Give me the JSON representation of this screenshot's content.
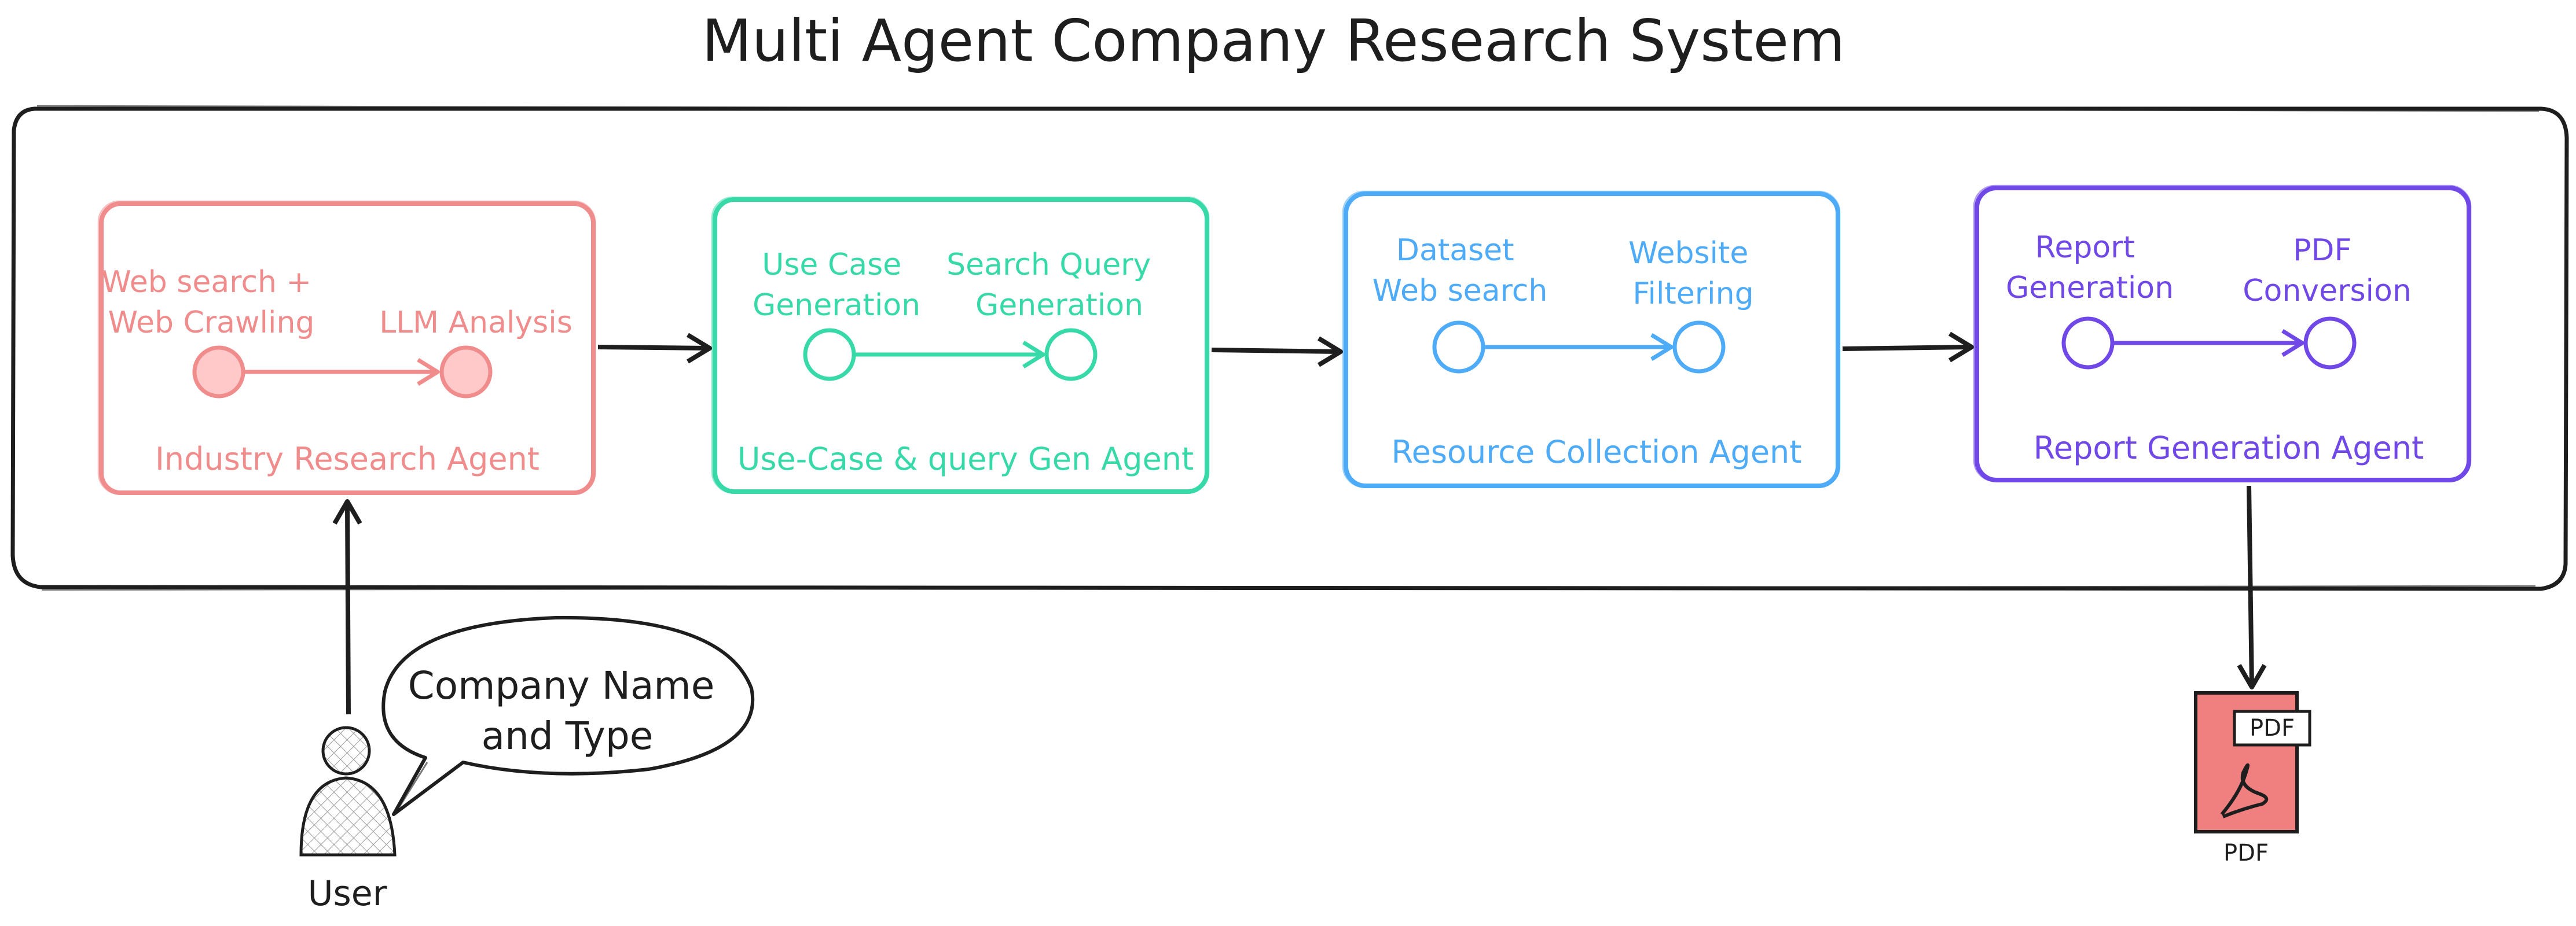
{
  "title": "Multi Agent Company Research System",
  "colors": {
    "ink": "#1e1e1e",
    "industry": "#f08c8c",
    "industry_fill": "#ffc9c9",
    "usecase": "#38d9a9",
    "resource": "#4dabf7",
    "report": "#7048e8",
    "pdf_fill": "#f08080"
  },
  "agents": [
    {
      "name": "Industry Research Agent",
      "steps": [
        [
          "Web search +",
          "Web Crawling"
        ],
        [
          "LLM Analysis"
        ]
      ]
    },
    {
      "name": "Use-Case & query Gen Agent",
      "steps": [
        [
          "Use Case",
          "Generation"
        ],
        [
          "Search Query",
          "Generation"
        ]
      ]
    },
    {
      "name": "Resource Collection Agent",
      "steps": [
        [
          "Dataset",
          "Web search"
        ],
        [
          "Website",
          "Filtering"
        ]
      ]
    },
    {
      "name": "Report Generation Agent",
      "steps": [
        [
          "Report",
          "Generation"
        ],
        [
          "PDF",
          "Conversion"
        ]
      ]
    }
  ],
  "user": {
    "label": "User",
    "speech": [
      "Company Name",
      "and Type"
    ],
    "icon": "user-icon"
  },
  "output": {
    "badge": "PDF",
    "label": "PDF",
    "icon": "pdf-file-icon"
  }
}
